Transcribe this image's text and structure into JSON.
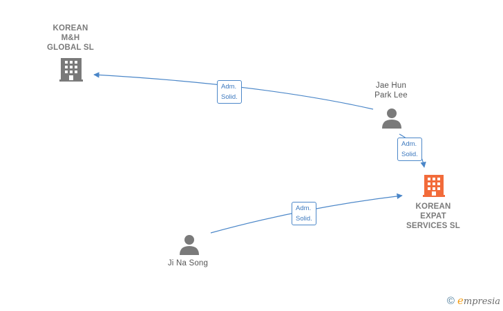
{
  "nodes": {
    "korean_mh": {
      "lines": [
        "KOREAN",
        "M&H",
        "GLOBAL  SL"
      ],
      "type": "company",
      "color": "#7a7a7a"
    },
    "korean_expat": {
      "lines": [
        "KOREAN",
        "EXPAT",
        "SERVICES  SL"
      ],
      "type": "company",
      "color": "#f26b3a"
    },
    "jae_hun": {
      "lines": [
        "Jae Hun",
        "Park Lee"
      ],
      "type": "person",
      "color": "#7a7a7a"
    },
    "ji_na": {
      "lines": [
        "Ji Na Song"
      ],
      "type": "person",
      "color": "#7a7a7a"
    }
  },
  "edges": {
    "e1": {
      "line1": "Adm.",
      "line2": "Solid."
    },
    "e2": {
      "line1": "Adm.",
      "line2": "Solid."
    },
    "e3": {
      "line1": "Adm.",
      "line2": "Solid."
    }
  },
  "colors": {
    "edge": "#4a86c8"
  },
  "brand": {
    "copyright": "©",
    "initial": "e",
    "rest": "mpresia"
  }
}
